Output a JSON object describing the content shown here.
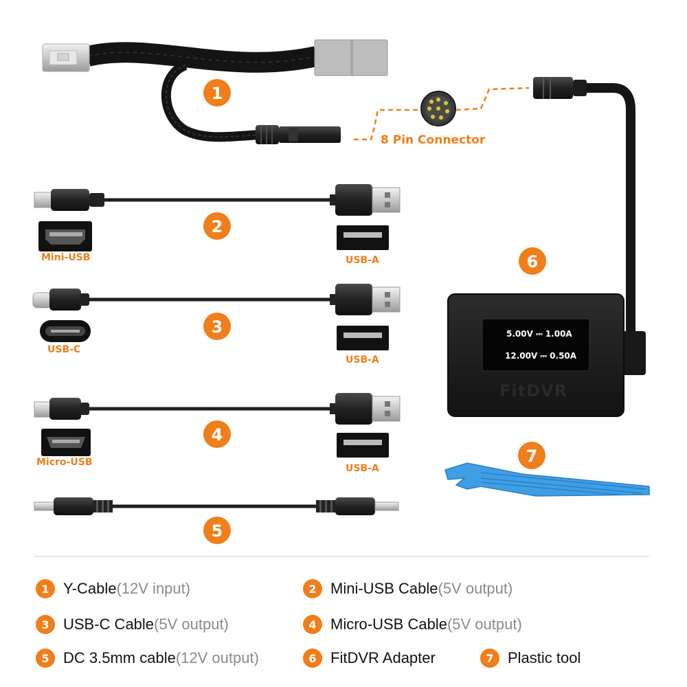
{
  "items": {
    "1": {
      "number": "1"
    },
    "2": {
      "number": "2",
      "left_port": "Mini-USB",
      "right_port": "USB-A"
    },
    "3": {
      "number": "3",
      "left_port": "USB-C",
      "right_port": "USB-A"
    },
    "4": {
      "number": "4",
      "left_port": "Micro-USB",
      "right_port": "USB-A"
    },
    "5": {
      "number": "5"
    },
    "6": {
      "number": "6"
    },
    "7": {
      "number": "7"
    }
  },
  "connector_label": "8 Pin Connector",
  "adapter": {
    "brand": "FitDVR",
    "screen_line1": "5.00V ⎓ 1.00A",
    "screen_line2": "12.00V ⎓ 0.50A"
  },
  "legend": [
    {
      "number": "1",
      "name": "Y-Cable",
      "note": "(12V input)"
    },
    {
      "number": "2",
      "name": "Mini-USB Cable",
      "note": "(5V output)"
    },
    {
      "number": "3",
      "name": "USB-C Cable",
      "note": "(5V output)"
    },
    {
      "number": "4",
      "name": "Micro-USB Cable",
      "note": "(5V output)"
    },
    {
      "number": "5",
      "name": "DC 3.5mm cable",
      "note": "(12V output)"
    },
    {
      "number": "6",
      "name": "FitDVR Adapter",
      "note": ""
    },
    {
      "number": "7",
      "name": "Plastic tool",
      "note": ""
    }
  ],
  "colors": {
    "accent": "#f07e1a",
    "cable": "#1b1b1b",
    "tool": "#3f9fe6"
  }
}
